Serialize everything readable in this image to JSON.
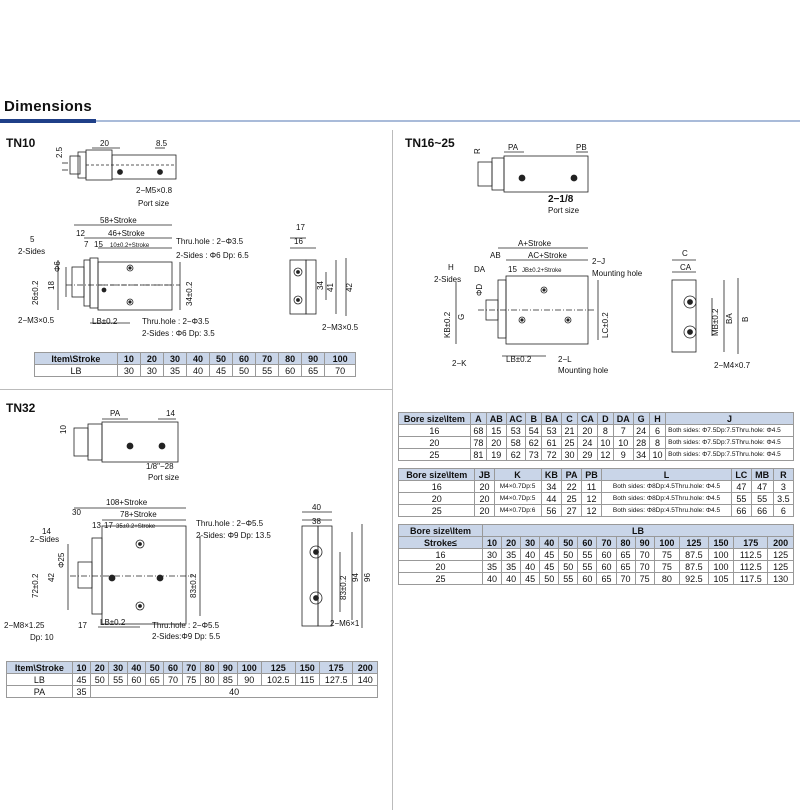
{
  "header": {
    "title": "Dimensions"
  },
  "sections": {
    "tn10": "TN10",
    "tn16": "TN16~25",
    "tn32": "TN32"
  },
  "tn10_drawing": {
    "top_dims": [
      "2.5",
      "20",
      "8.5"
    ],
    "port_note": "2−M5×0.8",
    "port_size": "Port size",
    "dim_58": "58+Stroke",
    "dim_46": "46+Stroke",
    "dim_12": "12",
    "dim_7": "7",
    "dim_15": "15",
    "dim_10": "10±0.2+Stroke",
    "thru_hole": "Thru.hole : 2−Φ3.5",
    "two_sides_6": "2-Sides : Φ6 Dp: 6.5",
    "dim_5": "5",
    "two_sides": "2-Sides",
    "dim_phi6": "Φ6",
    "dim_26": "26±0.2",
    "dim_18": "18",
    "dim_34": "34±0.2",
    "m3_left": "2−M3×0.5",
    "lb": "LB±0.2",
    "thru_hole2": "Thru.hole : 2−Φ3.5",
    "two_sides2": "2-Sides : Φ6 Dp: 3.5",
    "side_17": "17",
    "side_16": "16",
    "side_34": "34",
    "side_41": "41",
    "side_42": "42",
    "m3_right": "2−M3×0.5"
  },
  "tn10_table": {
    "head": [
      "Item\\Stroke",
      "10",
      "20",
      "30",
      "40",
      "50",
      "60",
      "70",
      "80",
      "90",
      "100"
    ],
    "rows": [
      [
        "LB",
        "30",
        "30",
        "35",
        "40",
        "45",
        "50",
        "55",
        "60",
        "65",
        "70"
      ]
    ]
  },
  "tn32_drawing": {
    "dim_pa": "PA",
    "dim_14": "14",
    "dim_10": "10",
    "port_note": "1/8\"−28",
    "port_size": "Port size",
    "dim_108": "108+Stroke",
    "dim_30": "30",
    "dim_78": "78+Stroke",
    "dim_13": "13",
    "dim_17": "17",
    "dim_35": "35±0.2+Stroke",
    "thru_hole": "Thru.hole : 2−Φ5.5",
    "two_sides_9": "2-Sides: Φ9 Dp: 13.5",
    "dim_14b": "14",
    "two_sides": "2−Sides",
    "dim_72": "72±0.2",
    "dim_42": "42",
    "dim_phi25": "Φ25",
    "dim_83": "83±0.2",
    "m8": "2−M8×1.25",
    "dp10": "Dp: 10",
    "dim_17b": "17",
    "lb": "LB±0.2",
    "thru_hole2": "Thru.hole : 2−Φ5.5",
    "two_sides2": "2-Sides:Φ9 Dp: 5.5",
    "side_40": "40",
    "side_38": "38",
    "side_83": "83±0.2",
    "side_94": "94",
    "side_96": "96",
    "m6": "2−M6×1"
  },
  "tn32_table": {
    "head": [
      "Item\\Stroke",
      "10",
      "20",
      "30",
      "40",
      "50",
      "60",
      "70",
      "80",
      "90",
      "100",
      "125",
      "150",
      "175",
      "200"
    ],
    "rows": [
      [
        "LB",
        "45",
        "50",
        "55",
        "60",
        "65",
        "70",
        "75",
        "80",
        "85",
        "90",
        "102.5",
        "115",
        "127.5",
        "140"
      ]
    ],
    "pa_label": "PA",
    "pa_first": "35",
    "pa_rest": "40"
  },
  "tn16_drawing": {
    "dim_r": "R",
    "dim_pa": "PA",
    "dim_pb": "PB",
    "port_note": "2−1/8",
    "port_size": "Port size",
    "a_stroke": "A+Stroke",
    "ab": "AB",
    "ac_stroke": "AC+Stroke",
    "h": "H",
    "da": "DA",
    "d15": "15",
    "jb": "JB±0.2+Stroke",
    "two_j": "2−J",
    "mounting": "Mounting hole",
    "two_sides": "2-Sides",
    "phi_d": "ΦD",
    "kb": "KB±0.2",
    "g": "G",
    "lc": "LC±0.2",
    "two_k": "2−K",
    "lb": "LB±0.2",
    "two_l": "2−L",
    "mounting2": "Mounting hole",
    "side_c": "C",
    "side_ca": "CA",
    "side_mb": "MB±0.2",
    "side_ba": "BA",
    "side_b": "B",
    "m4": "2−M4×0.7"
  },
  "tn16_table1": {
    "head": [
      "Bore size\\Item",
      "A",
      "AB",
      "AC",
      "B",
      "BA",
      "C",
      "CA",
      "D",
      "DA",
      "G",
      "H",
      "J"
    ],
    "rows": [
      [
        "16",
        "68",
        "15",
        "53",
        "54",
        "53",
        "21",
        "20",
        "8",
        "7",
        "24",
        "6",
        "Both sides: Φ7.5Dp:7.5Thru.hole: Φ4.5"
      ],
      [
        "20",
        "78",
        "20",
        "58",
        "62",
        "61",
        "25",
        "24",
        "10",
        "10",
        "28",
        "8",
        "Both sides: Φ7.5Dp:7.5Thru.hole: Φ4.5"
      ],
      [
        "25",
        "81",
        "19",
        "62",
        "73",
        "72",
        "30",
        "29",
        "12",
        "9",
        "34",
        "10",
        "Both sides: Φ7.5Dp:7.5Thru.hole: Φ4.5"
      ]
    ]
  },
  "tn16_table2": {
    "head": [
      "Bore size\\Item",
      "JB",
      "K",
      "KB",
      "PA",
      "PB",
      "L",
      "LC",
      "MB",
      "R"
    ],
    "rows": [
      [
        "16",
        "20",
        "M4×0.7Dp:5",
        "34",
        "22",
        "11",
        "Both sides: Φ8Dp:4.5Thru.hole: Φ4.5",
        "47",
        "47",
        "3"
      ],
      [
        "20",
        "20",
        "M4×0.7Dp:5",
        "44",
        "25",
        "12",
        "Both sides: Φ8Dp:4.5Thru.hole: Φ4.5",
        "55",
        "55",
        "3.5"
      ],
      [
        "25",
        "20",
        "M4×0.7Dp:6",
        "56",
        "27",
        "12",
        "Both sides: Φ8Dp:4.5Thru.hole: Φ4.5",
        "66",
        "66",
        "6"
      ]
    ]
  },
  "tn16_table3": {
    "head1_left": "Bore size\\Item",
    "head1_right": "LB",
    "head2": [
      "Stroke≤",
      "10",
      "20",
      "30",
      "40",
      "50",
      "60",
      "70",
      "80",
      "90",
      "100",
      "125",
      "150",
      "175",
      "200"
    ],
    "rows": [
      [
        "16",
        "30",
        "35",
        "40",
        "45",
        "50",
        "55",
        "60",
        "65",
        "70",
        "75",
        "87.5",
        "100",
        "112.5",
        "125"
      ],
      [
        "20",
        "35",
        "35",
        "40",
        "45",
        "50",
        "55",
        "60",
        "65",
        "70",
        "75",
        "87.5",
        "100",
        "112.5",
        "125"
      ],
      [
        "25",
        "40",
        "40",
        "45",
        "50",
        "55",
        "60",
        "65",
        "70",
        "75",
        "80",
        "92.5",
        "105",
        "117.5",
        "130"
      ]
    ]
  }
}
